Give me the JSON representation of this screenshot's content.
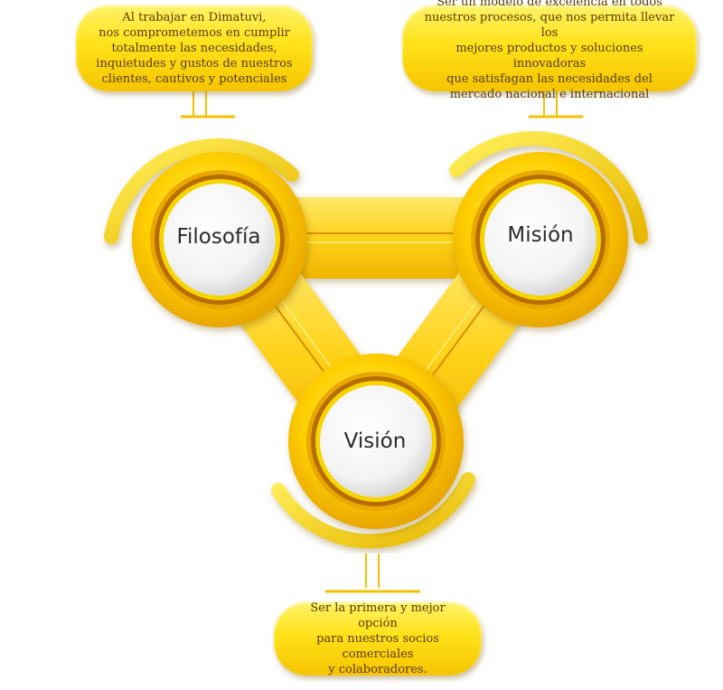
{
  "colors": {
    "accent": "#ffd400",
    "accent_dark": "#d98f00",
    "text": "#2b2b2b"
  },
  "nodes": {
    "filosofia": {
      "label": "Filosofía"
    },
    "mision": {
      "label": "Misión"
    },
    "vision": {
      "label": "Visión"
    }
  },
  "descriptions": {
    "filosofia": "Al trabajar en Dimatuvi,\nnos comprometemos en cumplir\ntotalmente las necesidades,\ninquietudes y gustos de nuestros\nclientes, cautivos y potenciales",
    "mision": "Ser un modelo de excelencia en todos\nnuestros procesos, que nos permita llevar los\nmejores productos y soluciones innovadoras\nque satisfagan las necesidades del\nmercado nacional e internacional",
    "vision": "Ser la primera y mejor opción\npara nuestros socios comerciales\ny colaboradores."
  }
}
